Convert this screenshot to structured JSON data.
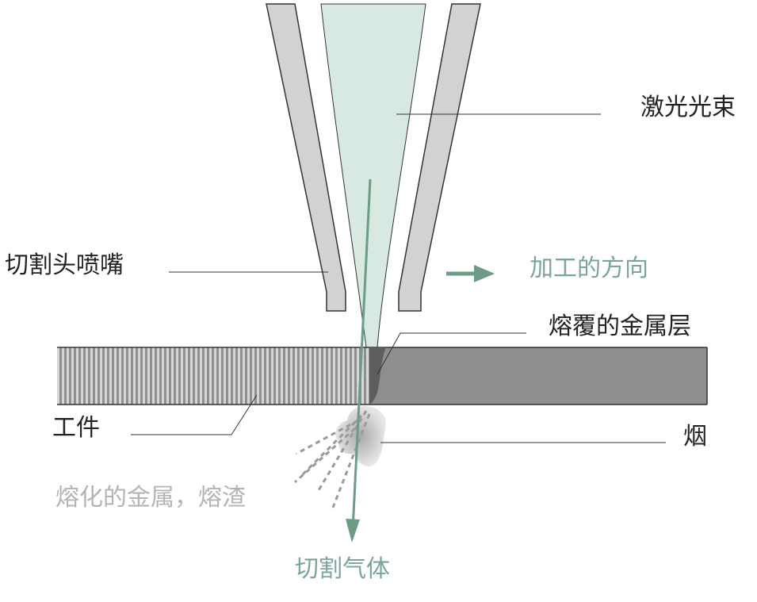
{
  "labels": {
    "laser_beam": "激光光束",
    "nozzle": "切割头喷嘴",
    "direction": "加工的方向",
    "coating": "熔覆的金属层",
    "workpiece": "工件",
    "smoke": "烟",
    "molten": "熔化的金属，熔渣",
    "gas": "切割气体"
  },
  "colors": {
    "beam_fill": "#d7e9e1",
    "green_accent": "#6c9c84",
    "green_text": "#7aa792",
    "nozzle_fill": "#d2d2d2",
    "workpiece_dark": "#8e8e8e",
    "text_dark": "#222222",
    "text_grey": "#b4b4b4"
  }
}
